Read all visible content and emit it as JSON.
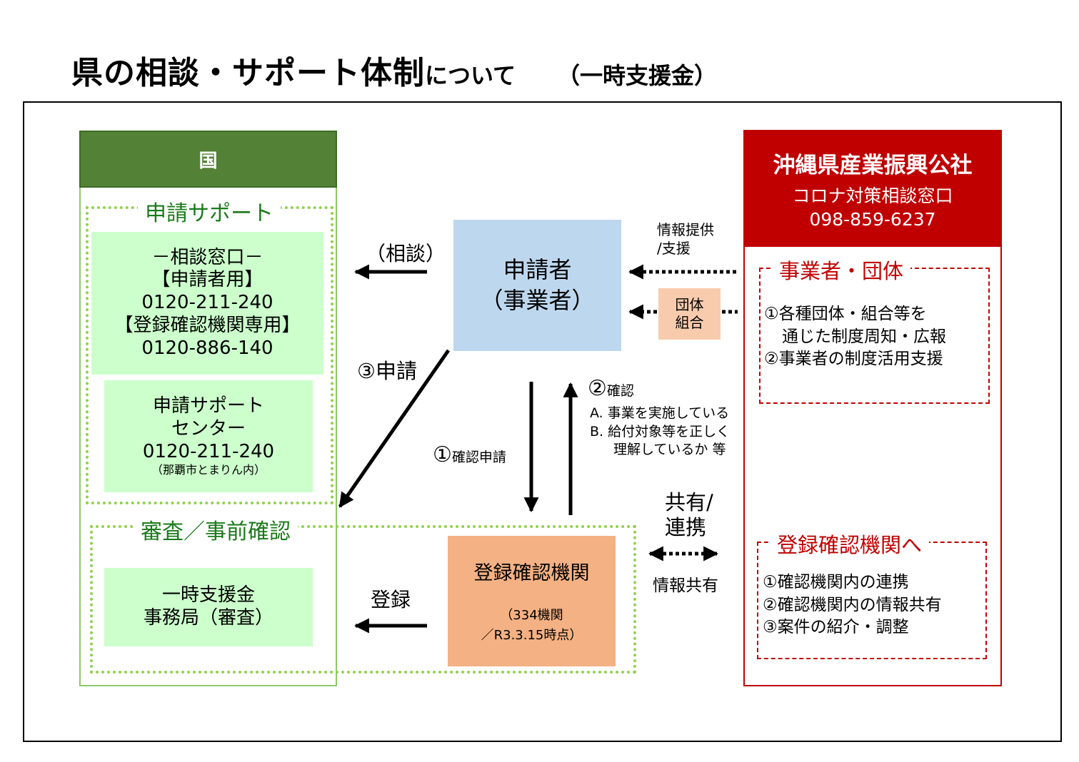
{
  "title": {
    "main": "県の相談・サポート体制",
    "sub": "について",
    "paren": "（一時支援金）"
  },
  "kuni": {
    "header": "国",
    "support_label": "申請サポート",
    "madoguchi": [
      "－相談窓口－",
      "【申請者用】",
      "0120-211-240",
      "【登録確認機関専用】",
      "0120-886-140"
    ],
    "center": {
      "lines": [
        "申請サポート",
        "センター",
        "0120-211-240"
      ],
      "note": "（那覇市とまりん内）"
    },
    "review_label": "審査／事前確認",
    "office": [
      "一時支援金",
      "事務局（審査）"
    ]
  },
  "applicant": {
    "lines": [
      "申請者",
      "（事業者）"
    ]
  },
  "registration_body": {
    "name": "登録確認機関",
    "count": "（334機関",
    "date": "／R3.3.15時点）"
  },
  "dantai_box": [
    "団体",
    "組合"
  ],
  "arrows": {
    "soudan": "（相談）",
    "shinsei": "③申請",
    "touroku": "登録",
    "kakunin_shinsei": {
      "num": "①",
      "text": "確認申請"
    },
    "kakunin": {
      "num": "②",
      "text": "確認"
    },
    "kakunin_items": [
      "A.  事業を実施している",
      "B.  給付対象等を正しく",
      "理解しているか   等"
    ],
    "joho_teikyo": [
      "情報提供",
      "/支援"
    ],
    "kyoyu": [
      "共有/",
      "連携"
    ],
    "joho_kyoyu": "情報共有"
  },
  "okinawa": {
    "header": "沖縄県産業振興公社",
    "desk": "コロナ対策相談窓口",
    "phone": "098-859-6237",
    "business_label": "事業者・団体",
    "business_items": [
      "①各種団体・組合等を",
      "通じた制度周知・広報",
      "②事業者の制度活用支援"
    ],
    "reg_label": "登録確認機関へ",
    "reg_items": [
      "①確認機関内の連携",
      "②確認機関内の情報共有",
      "③案件の紹介・調整"
    ]
  },
  "colors": {
    "green_header": "#538135",
    "green_box": "#ccffcc",
    "blue": "#bdd7ee",
    "orange": "#f4b183",
    "light_orange": "#f8cbad",
    "red": "#c00000",
    "dotted_green": "#92d050"
  }
}
